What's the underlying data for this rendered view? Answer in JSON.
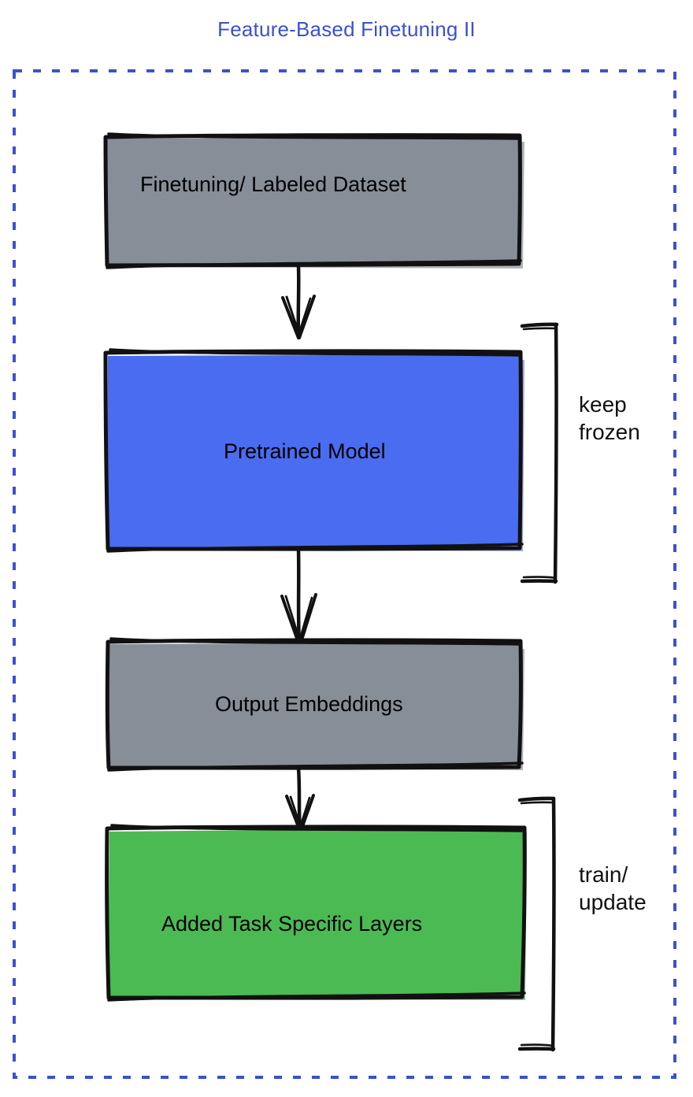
{
  "title": "Feature-Based Finetuning II",
  "theme": {
    "title_color": "#3b52cc",
    "border_dashed_color": "#3b52cc",
    "stroke_color": "#000000",
    "box_gray": "#888e98",
    "box_blue": "#4a6cf0",
    "box_green": "#4cba53",
    "background": "#ffffff"
  },
  "nodes": [
    {
      "id": "finetuning-dataset",
      "label": "Finetuning/ Labeled Dataset",
      "fill": "#888e98"
    },
    {
      "id": "pretrained-model",
      "label": "Pretrained Model",
      "fill": "#4a6cf0"
    },
    {
      "id": "output-embeddings",
      "label": "Output Embeddings",
      "fill": "#888e98"
    },
    {
      "id": "added-task-layers",
      "label": "Added Task Specific Layers",
      "fill": "#4cba53"
    }
  ],
  "edges": [
    {
      "id": "edge-dataset-to-model",
      "from": "finetuning-dataset",
      "to": "pretrained-model",
      "label": ""
    },
    {
      "id": "edge-model-to-embeddings",
      "from": "pretrained-model",
      "to": "output-embeddings",
      "label": ""
    },
    {
      "id": "edge-embeddings-to-layers",
      "from": "output-embeddings",
      "to": "added-task-layers",
      "label": ""
    }
  ],
  "annotations": [
    {
      "id": "keep-frozen",
      "label": "keep\nfrozen",
      "targets": [
        "pretrained-model"
      ]
    },
    {
      "id": "train-update",
      "label": "train/\nupdate",
      "targets": [
        "added-task-layers"
      ]
    }
  ]
}
